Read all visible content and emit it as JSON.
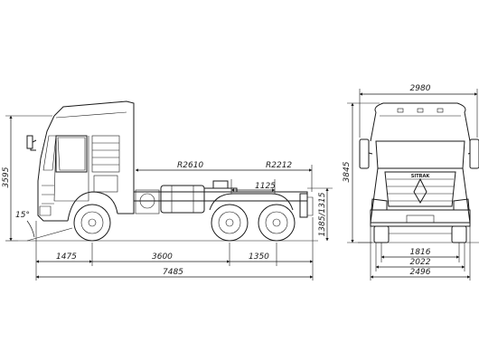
{
  "side_view": {
    "height_total": "3595",
    "angle": "15°",
    "radius_front": "R2610",
    "radius_rear": "R2212",
    "bogie_spacing": "1125",
    "fifth_wheel_height": "1385/1315",
    "front_overhang": "1475",
    "wheelbase_main": "3600",
    "wheelbase_rear": "1350",
    "overall_length": "7485"
  },
  "front_view": {
    "overall_width": "2980",
    "overall_height": "3845",
    "brand": "SITRAK",
    "track_1": "1816",
    "track_2": "2022",
    "width_body": "2496"
  }
}
